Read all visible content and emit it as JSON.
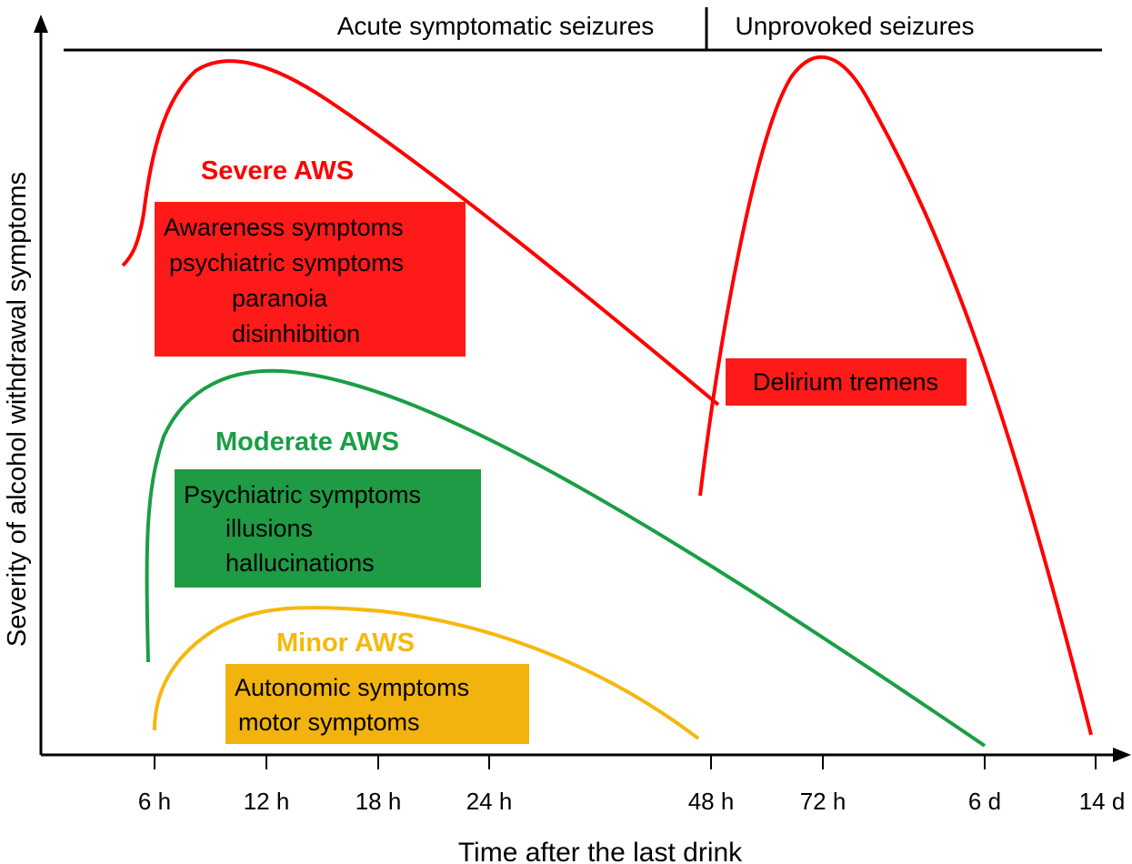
{
  "header": {
    "phase_left": "Acute symptomatic seizures",
    "phase_right": "Unprovoked seizures"
  },
  "axes": {
    "y_label": "Severity of alcohol withdrawal symptoms",
    "x_label": "Time after the last drink",
    "ticks": [
      "6 h",
      "12 h",
      "18 h",
      "24 h",
      "48 h",
      "72 h",
      "6 d",
      "14 d"
    ]
  },
  "severe": {
    "title": "Severe AWS",
    "box_lines": [
      "Awareness symptoms",
      "psychiatric symptoms",
      "paranoia",
      "disinhibition"
    ],
    "delirium_label": "Delirium tremens"
  },
  "moderate": {
    "title": "Moderate AWS",
    "box_lines": [
      "Psychiatric symptoms",
      "illusions",
      "hallucinations"
    ]
  },
  "minor": {
    "title": "Minor AWS",
    "box_lines": [
      "Autonomic symptoms",
      "motor symptoms"
    ]
  },
  "colors": {
    "severe": "#ff0000",
    "moderate": "#1a9e45",
    "minor": "#f6b80e",
    "severe_box": "#ff1a1a",
    "moderate_box": "#1f9a45",
    "minor_box": "#f2b30f",
    "axis": "#000000"
  }
}
